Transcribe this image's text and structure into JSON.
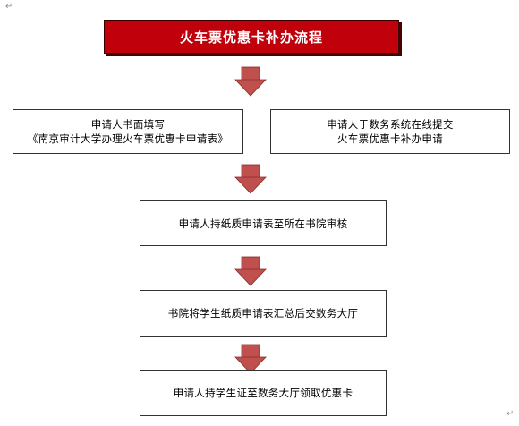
{
  "return_marks": [
    "↵",
    "↵"
  ],
  "title": "火车票优惠卡补办流程",
  "steps": {
    "left_box": {
      "line1": "申请人书面填写",
      "line2": "《南京审计大学办理火车票优惠卡申请表》"
    },
    "right_box": {
      "line1": "申请人于数务系统在线提交",
      "line2": "火车票优惠卡补办申请"
    },
    "step2": "申请人持纸质申请表至所在书院审核",
    "step3": "书院将学生纸质申请表汇总后交数务大厅",
    "step4": "申请人持学生证至数务大厅领取优惠卡"
  },
  "colors": {
    "title_fill": "#c0000b",
    "arrow_fill": "#c0504d",
    "arrow_dark": "#8b2a28"
  }
}
